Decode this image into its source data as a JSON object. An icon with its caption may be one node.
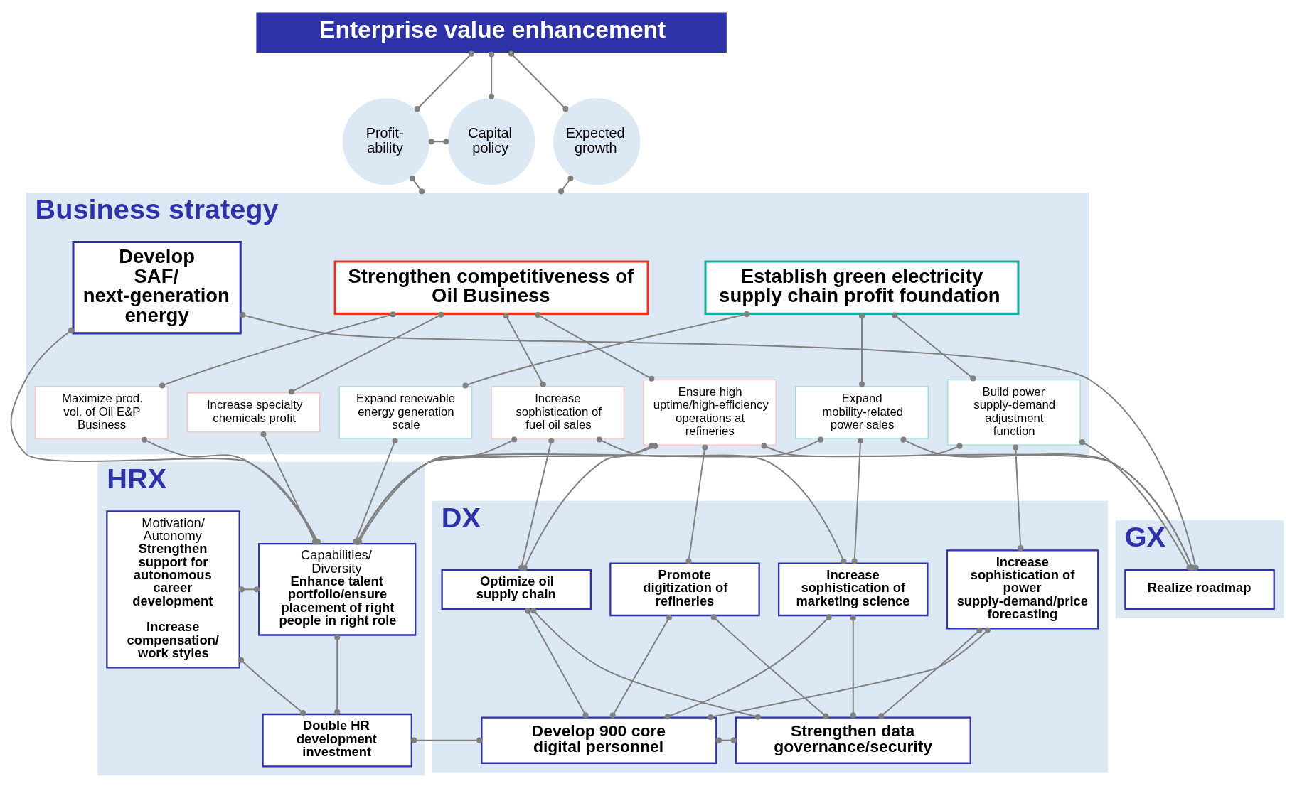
{
  "diagram": {
    "nodes": [
      {
        "text": [
          "Enterprise value enhancement"
        ]
      },
      {
        "text": [
          "Profit- ability"
        ]
      },
      {
        "text": [
          "Capital policy"
        ]
      },
      {
        "text": [
          "Expected growth"
        ]
      },
      {
        "text": [
          "Business strategy"
        ]
      },
      {
        "text": [
          "Strengthen competitiveness of Oil Business"
        ],
        "in": 4
      },
      {
        "text": [
          "Ensure high uptime/high-efficiency operations at refineries"
        ],
        "in": 4
      },
      {
        "text": [
          "Increase sophistication of fuel oil sales"
        ],
        "in": 4
      },
      {
        "text": [
          "Maximize prod. vol. of Oil E&P Business"
        ],
        "in": 4
      },
      {
        "text": [
          "Increase specialty chemicals profit"
        ],
        "in": 4
      },
      {
        "text": [
          "Establish green electricity supply chain profit foundation"
        ],
        "in": 4
      },
      {
        "text": [
          "Expand renewable energy generation scale"
        ],
        "in": 4
      },
      {
        "text": [
          "Build power supply-demand adjustment function"
        ],
        "in": 4
      },
      {
        "text": [
          "Expand mobility-related power sales"
        ],
        "in": 4
      },
      {
        "text": [
          "Develop SAF/ next-generation energy"
        ],
        "in": 4
      },
      {
        "text": [
          "HRX"
        ]
      },
      {
        "text": [
          "Motivation/ Autonomy",
          "Strengthen support for autonomous career development",
          "Increase compensation/ work styles"
        ],
        "in": 15
      },
      {
        "text": [
          "Capabilities/ Diversity",
          "Enhance talent portfolio/ensure placement of right people in right role"
        ],
        "in": 15
      },
      {
        "text": [
          "Double HR development investment"
        ],
        "in": 15
      },
      {
        "text": [
          "DX"
        ]
      },
      {
        "text": [
          "Promote digitization of refineries"
        ],
        "in": 19
      },
      {
        "text": [
          "Optimize oil supply chain"
        ],
        "in": 19
      },
      {
        "text": [
          "Increase sophistication of power supply-demand/price forecasting"
        ],
        "in": 19
      },
      {
        "text": [
          "Increase sophistication of marketing science"
        ],
        "in": 19
      },
      {
        "text": [
          "Develop 900 core digital personnel"
        ],
        "in": 19
      },
      {
        "text": [
          "Strengthen data governance/security"
        ],
        "in": 19
      },
      {
        "text": [
          "GX"
        ]
      },
      {
        "text": [
          "Realize roadmap"
        ],
        "in": 26
      }
    ],
    "edges": [
      {
        "from": 0,
        "to": 1,
        "arrow": "other"
      },
      {
        "from": 0,
        "to": 2,
        "arrow": "other"
      },
      {
        "from": 0,
        "to": 3,
        "arrow": "other"
      },
      {
        "from": 1,
        "to": 2,
        "arrow": "other"
      },
      {
        "from": 1,
        "to": 4,
        "arrow": "other"
      },
      {
        "from": 3,
        "to": 4,
        "arrow": "other"
      },
      {
        "from": 5,
        "to": 6,
        "arrow": "other"
      },
      {
        "from": 5,
        "to": 7,
        "arrow": "other"
      },
      {
        "from": 5,
        "to": 8,
        "arrow": "other"
      },
      {
        "from": 5,
        "to": 9,
        "arrow": "other"
      },
      {
        "from": 10,
        "to": 11,
        "arrow": "other"
      },
      {
        "from": 10,
        "to": 12,
        "arrow": "other"
      },
      {
        "from": 10,
        "to": 13,
        "arrow": "other"
      },
      {
        "from": 6,
        "to": 17,
        "arrow": "other"
      },
      {
        "from": 6,
        "to": 20,
        "arrow": "other"
      },
      {
        "from": 6,
        "to": 21,
        "arrow": "other"
      },
      {
        "from": 6,
        "to": 27,
        "arrow": "other"
      },
      {
        "from": 7,
        "to": 17,
        "arrow": "other"
      },
      {
        "from": 7,
        "to": 21,
        "arrow": "other"
      },
      {
        "from": 7,
        "to": 23,
        "arrow": "other"
      },
      {
        "from": 8,
        "to": 17,
        "arrow": "other"
      },
      {
        "from": 9,
        "to": 17,
        "arrow": "other"
      },
      {
        "from": 11,
        "to": 17,
        "arrow": "other"
      },
      {
        "from": 12,
        "to": 17,
        "arrow": "other"
      },
      {
        "from": 12,
        "to": 22,
        "arrow": "other"
      },
      {
        "from": 12,
        "to": 27,
        "arrow": "other"
      },
      {
        "from": 13,
        "to": 17,
        "arrow": "other"
      },
      {
        "from": 13,
        "to": 23,
        "arrow": "other"
      },
      {
        "from": 13,
        "to": 27,
        "arrow": "other"
      },
      {
        "from": 14,
        "to": 17,
        "arrow": "other"
      },
      {
        "from": 14,
        "to": 27,
        "arrow": "other"
      },
      {
        "from": 16,
        "to": 17,
        "arrow": "other"
      },
      {
        "from": 16,
        "to": 18,
        "arrow": "other"
      },
      {
        "from": 17,
        "to": 18,
        "arrow": "other"
      },
      {
        "from": 18,
        "to": 24,
        "arrow": "other"
      },
      {
        "from": 20,
        "to": 24,
        "arrow": "other"
      },
      {
        "from": 20,
        "to": 25,
        "arrow": "other"
      },
      {
        "from": 21,
        "to": 24,
        "arrow": "other"
      },
      {
        "from": 21,
        "to": 25,
        "arrow": "other"
      },
      {
        "from": 22,
        "to": 24,
        "arrow": "other"
      },
      {
        "from": 22,
        "to": 25,
        "arrow": "other"
      },
      {
        "from": 23,
        "to": 24,
        "arrow": "other"
      },
      {
        "from": 23,
        "to": 25,
        "arrow": "other"
      },
      {
        "from": 24,
        "to": 25,
        "arrow": "other"
      }
    ]
  }
}
